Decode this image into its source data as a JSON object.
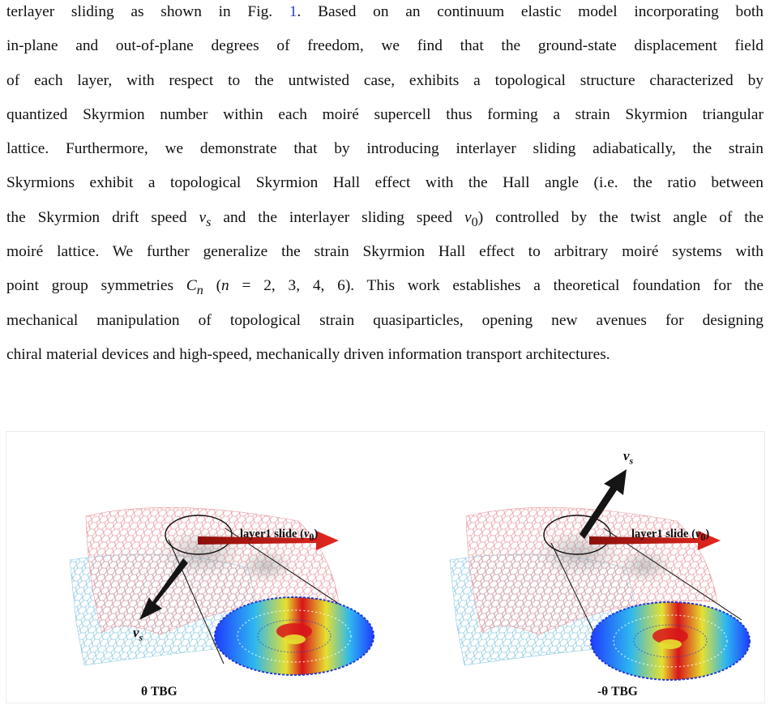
{
  "paragraph": {
    "lines": [
      {
        "text": "terlayer sliding as shown in Fig. ",
        "ref": "1",
        "after": ". Based on an continuum elastic model incorporating both"
      },
      {
        "text": "in-plane and out-of-plane degrees of freedom, we find that the ground-state displacement field"
      },
      {
        "text": "of each layer, with respect to the untwisted case, exhibits a topological structure characterized by"
      },
      {
        "text": "quantized Skyrmion number within each moiré supercell thus forming a strain Skyrmion triangular"
      },
      {
        "text": "lattice. Furthermore, we demonstrate that by introducing interlayer sliding adiabatically, the strain"
      },
      {
        "text": "Skyrmions exhibit a topological Skyrmion Hall effect with the Hall angle (i.e. the ratio between"
      },
      {
        "pre": "the Skyrmion drift speed ",
        "m1": "v",
        "m1sub": "s",
        "mid": " and the interlayer sliding speed ",
        "m2": "v",
        "m2sub": "0",
        "post": ") controlled by the twist angle of the"
      },
      {
        "text": "moiré lattice. We further generalize the strain Skyrmion Hall effect to arbitrary moiré systems with"
      },
      {
        "pre": "point group symmetries ",
        "m1": "C",
        "m1sub": "n",
        "mid": " (",
        "m2": "n",
        "post": " = 2, 3, 4, 6). This work establishes a theoretical foundation for the"
      },
      {
        "text": "mechanical manipulation of topological strain quasiparticles, opening new avenues for designing"
      },
      {
        "text": "chiral material devices and high-speed, mechanically driven information transport architectures."
      }
    ]
  },
  "figure": {
    "panels": [
      {
        "slide_label": "layer1 slide (",
        "slide_var": "v",
        "slide_sub": "0",
        "vs_label": "v",
        "vs_sub": "s",
        "caption": "θ TBG",
        "vs_direction": "down-left"
      },
      {
        "slide_label": "layer1 slide (",
        "slide_var": "v",
        "slide_sub": "0",
        "vs_label": "v",
        "vs_sub": "s",
        "caption": "-θ TBG",
        "vs_direction": "up-right"
      }
    ],
    "colors": {
      "top_layer": "#e89aa0",
      "bottom_layer": "#8ec9e2",
      "slide_arrow": "#d11a14",
      "vs_arrow": "#111111",
      "ref_link": "#2a3fd6"
    }
  }
}
